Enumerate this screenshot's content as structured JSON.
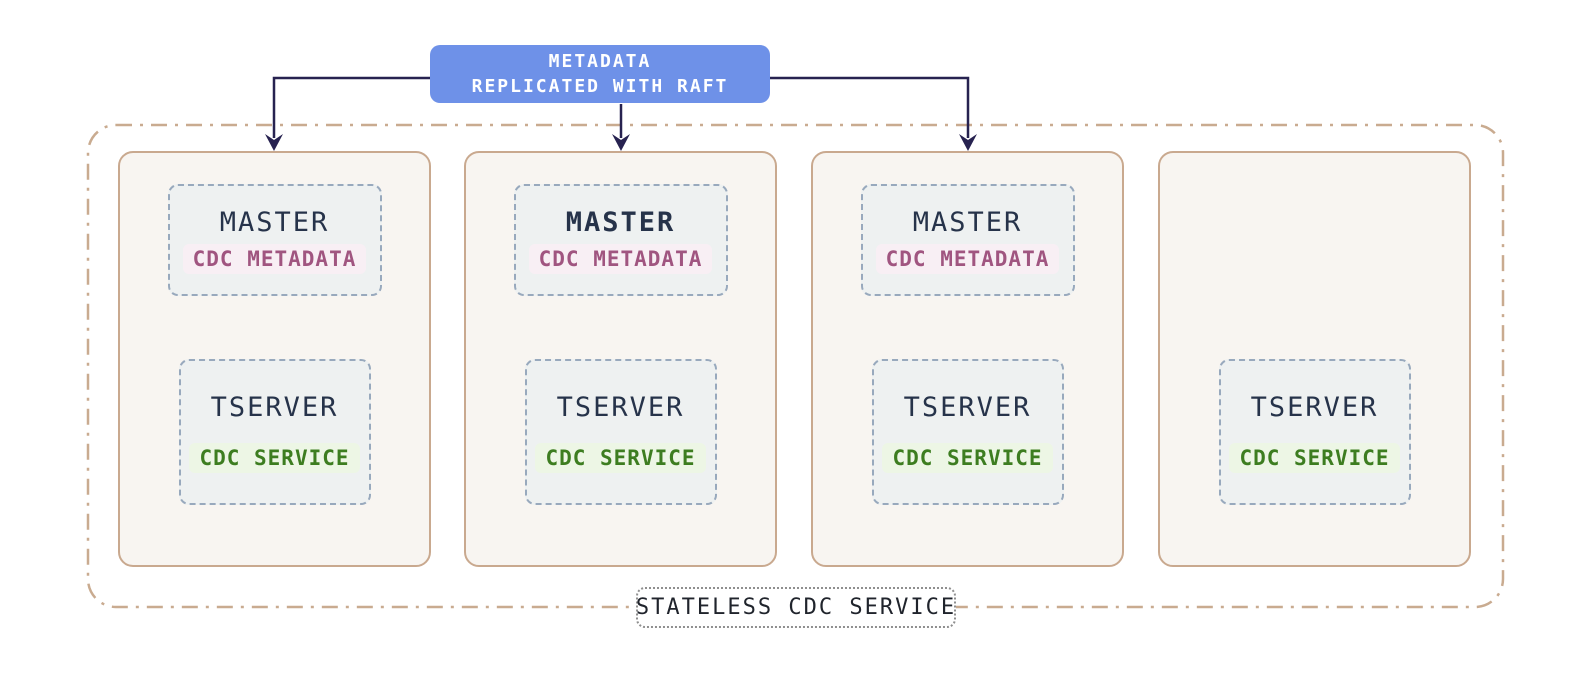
{
  "banner": {
    "line1": "METADATA",
    "line2": "REPLICATED WITH RAFT"
  },
  "cluster": {
    "label": "STATELESS CDC SERVICE",
    "nodes": [
      {
        "master": {
          "title": "MASTER",
          "badge": "CDC METADATA"
        },
        "tserver": {
          "title": "TSERVER",
          "badge": "CDC SERVICE"
        }
      },
      {
        "master": {
          "title": "MASTER",
          "badge": "CDC METADATA",
          "leader": true
        },
        "tserver": {
          "title": "TSERVER",
          "badge": "CDC SERVICE"
        }
      },
      {
        "master": {
          "title": "MASTER",
          "badge": "CDC METADATA"
        },
        "tserver": {
          "title": "TSERVER",
          "badge": "CDC SERVICE"
        }
      },
      {
        "tserver": {
          "title": "TSERVER",
          "badge": "CDC SERVICE"
        }
      }
    ]
  },
  "colors": {
    "banner_bg": "#6e91e8",
    "banner_text": "#ffffff",
    "arrow": "#272250",
    "node_border": "#c9a98f",
    "node_bg": "#f8f5f1",
    "dashed_border": "#98a9bd",
    "dashed_bg": "#eef1f1",
    "title_text": "#26334a",
    "metadata_text": "#a05580",
    "metadata_bg": "#f8eff4",
    "service_text": "#3d7d20",
    "service_bg": "#edf6e5",
    "cluster_border": "#c9ab90",
    "cluster_label_text": "#20242c"
  }
}
